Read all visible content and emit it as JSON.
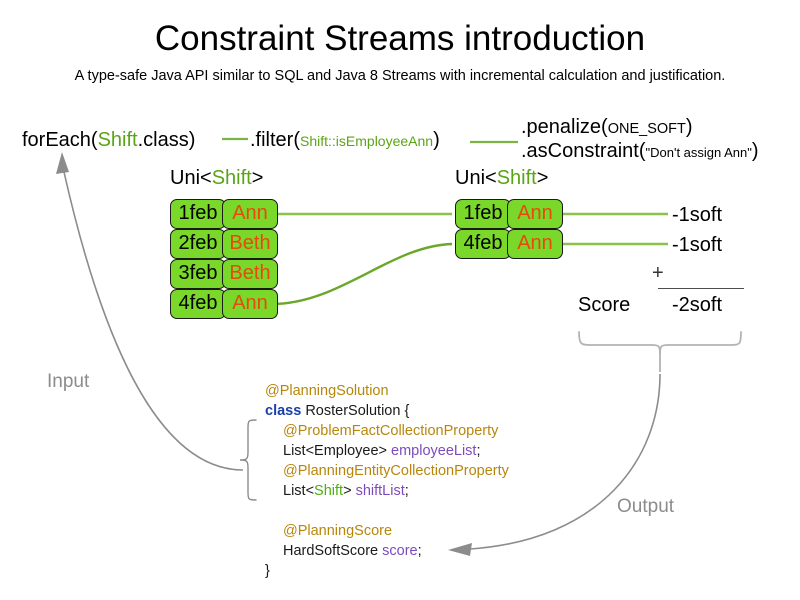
{
  "header": {
    "title": "Constraint Streams introduction",
    "subtitle": "A type-safe Java API similar to SQL and Java 8 Streams with incremental calculation and justification."
  },
  "pipeline": {
    "for_each": {
      "prefix": "forEach(",
      "type": "Shift",
      "suffix": ".class)"
    },
    "filter": {
      "prefix": ".filter(",
      "arg": "Shift::isEmployeeAnn",
      "suffix": ")"
    },
    "penalize": {
      "prefix": ".penalize(",
      "arg": "ONE_SOFT",
      "suffix": ")"
    },
    "as_constraint": {
      "prefix": ".asConstraint(",
      "arg": "\"Don't assign Ann\"",
      "suffix": ")"
    }
  },
  "streams": {
    "left": {
      "type_label_prefix": "Uni<",
      "type_label_generic": "Shift",
      "type_label_suffix": ">",
      "rows": [
        {
          "date": "1feb",
          "employee": "Ann"
        },
        {
          "date": "2feb",
          "employee": "Beth"
        },
        {
          "date": "3feb",
          "employee": "Beth"
        },
        {
          "date": "4feb",
          "employee": "Ann"
        }
      ]
    },
    "right": {
      "type_label_prefix": "Uni<",
      "type_label_generic": "Shift",
      "type_label_suffix": ">",
      "rows": [
        {
          "date": "1feb",
          "employee": "Ann"
        },
        {
          "date": "4feb",
          "employee": "Ann"
        }
      ]
    }
  },
  "score": {
    "impacts": [
      "-1soft",
      "-1soft"
    ],
    "operator": "+",
    "total": "-2soft",
    "label": "Score"
  },
  "annotations": {
    "input": "Input",
    "output": "Output"
  },
  "domain_code": {
    "lines": [
      {
        "indent": 0,
        "parts": [
          {
            "text": "@PlanningSolution",
            "style": "ann"
          }
        ]
      },
      {
        "indent": 0,
        "parts": [
          {
            "text": "class",
            "style": "kw"
          },
          {
            "text": " RosterSolution {",
            "style": "plain"
          }
        ]
      },
      {
        "indent": 1,
        "parts": [
          {
            "text": "@ProblemFactCollectionProperty",
            "style": "ann"
          }
        ]
      },
      {
        "indent": 1,
        "parts": [
          {
            "text": "List<Employee> ",
            "style": "plain"
          },
          {
            "text": "employeeList",
            "style": "var"
          },
          {
            "text": ";",
            "style": "plain"
          }
        ]
      },
      {
        "indent": 1,
        "parts": [
          {
            "text": "@PlanningEntityCollectionProperty",
            "style": "ann"
          }
        ]
      },
      {
        "indent": 1,
        "parts": [
          {
            "text": "List<",
            "style": "plain"
          },
          {
            "text": "Shift",
            "style": "type-green"
          },
          {
            "text": "> ",
            "style": "plain"
          },
          {
            "text": "shiftList",
            "style": "var"
          },
          {
            "text": ";",
            "style": "plain"
          }
        ]
      },
      {
        "indent": 0,
        "parts": [
          {
            "text": " ",
            "style": "plain"
          }
        ]
      },
      {
        "indent": 1,
        "parts": [
          {
            "text": "@PlanningScore",
            "style": "ann"
          }
        ]
      },
      {
        "indent": 1,
        "parts": [
          {
            "text": "HardSoftScore ",
            "style": "plain"
          },
          {
            "text": "score",
            "style": "var"
          },
          {
            "text": ";",
            "style": "plain"
          }
        ]
      },
      {
        "indent": 0,
        "parts": [
          {
            "text": "}",
            "style": "plain"
          }
        ]
      }
    ]
  },
  "colors": {
    "shift_box_fill": "#7ad82a",
    "shift_box_border": "#1a1a1a",
    "employee_text": "#e8490d",
    "stream_line": "#7cb342",
    "generic_type": "#5aa515",
    "annotation_gray": "#8c8c8c",
    "code_annotation": "#b8860b",
    "code_keyword": "#1a3faa",
    "code_variable": "#7d4bbd"
  }
}
